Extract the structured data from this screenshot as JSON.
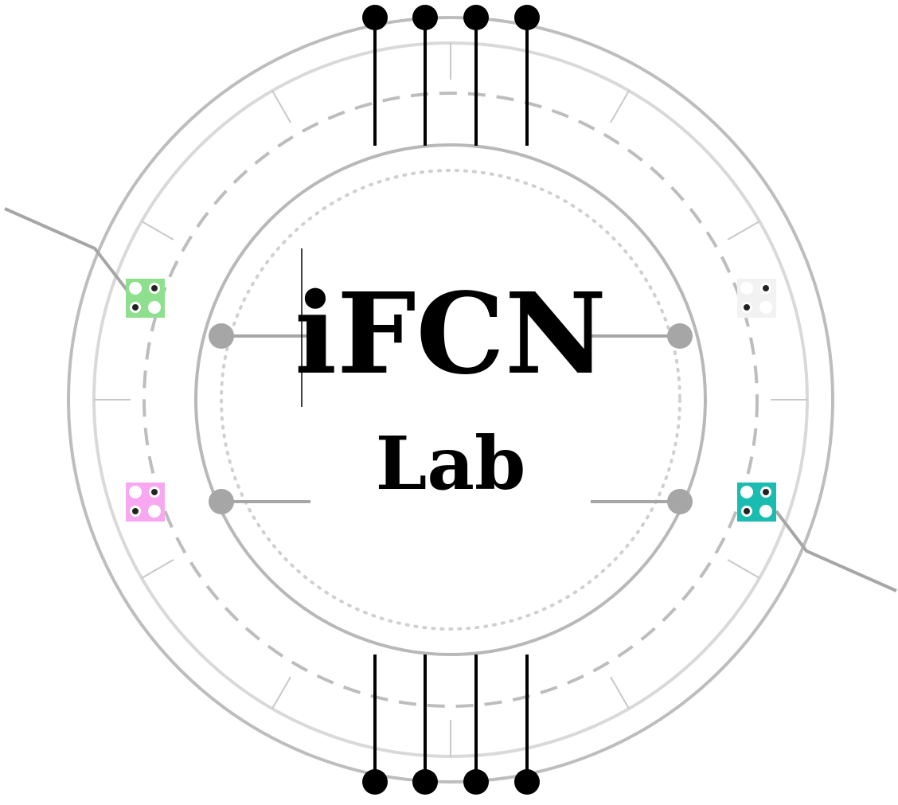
{
  "logo": {
    "title": "iFCN",
    "subtitle": "Lab"
  },
  "colors": {
    "ring_outer": "#bdbdbd",
    "ring_light": "#d9d9d9",
    "ring_dashed": "#bdbdbd",
    "ring_dotted": "#d0d0d0",
    "connector": "#a6a6a6",
    "pin": "#000000",
    "cell_green": "#8ee08e",
    "cell_white": "#f2f2f2",
    "cell_pink": "#f8a8f0",
    "cell_teal": "#1abcb0",
    "dot_dark": "#222222",
    "dot_light": "#ffffff"
  },
  "cells": [
    {
      "name": "qca-cell-green",
      "fill_key": "cell_green",
      "dots": [
        "light",
        "dark",
        "dark",
        "light"
      ]
    },
    {
      "name": "qca-cell-white",
      "fill_key": "cell_white",
      "dots": [
        "light",
        "dark",
        "dark",
        "light"
      ]
    },
    {
      "name": "qca-cell-pink",
      "fill_key": "cell_pink",
      "dots": [
        "light",
        "dark",
        "dark",
        "light"
      ]
    },
    {
      "name": "qca-cell-teal",
      "fill_key": "cell_teal",
      "dots": [
        "light",
        "dark",
        "dark",
        "light"
      ]
    }
  ]
}
